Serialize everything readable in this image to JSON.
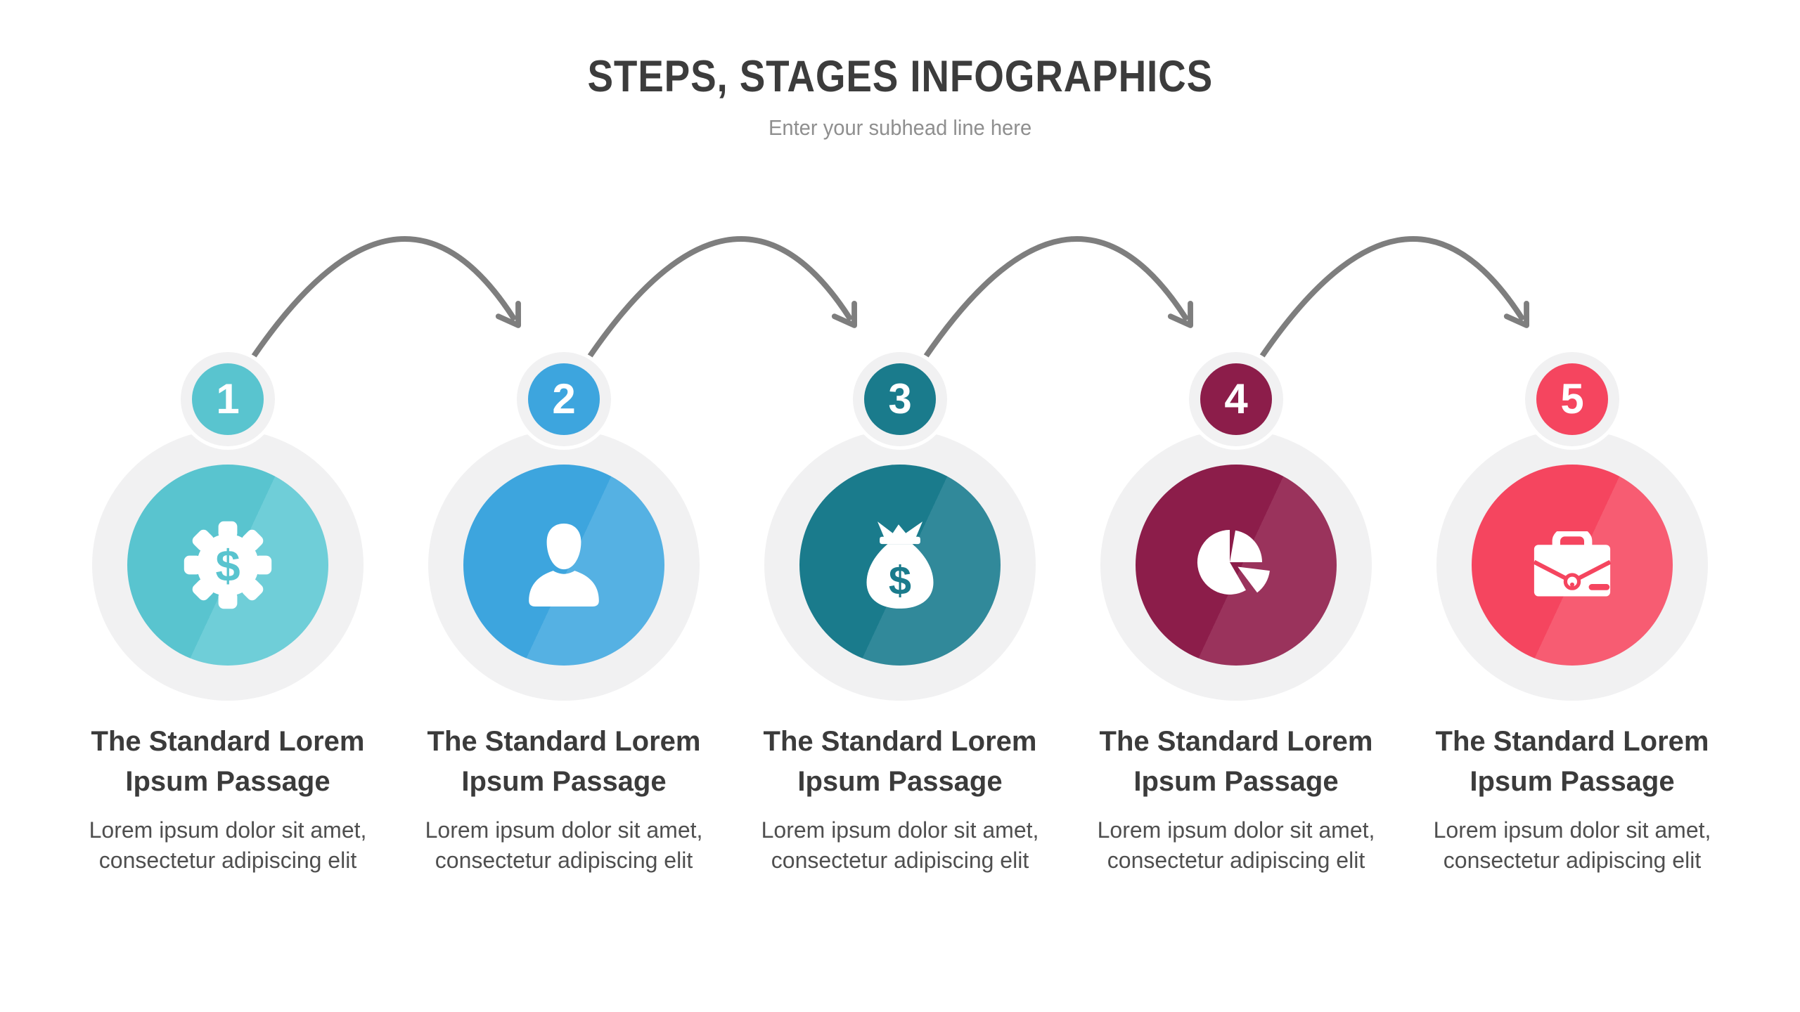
{
  "header": {
    "title": "STEPS, STAGES INFOGRAPHICS",
    "subtitle": "Enter your subhead line here"
  },
  "colors": {
    "arrow": "#7E7E7E",
    "ring_gray": "#F1F1F2",
    "title_text": "#3C3C3C",
    "subtitle_text": "#8F8F8F",
    "heading_text": "#3B3B3B",
    "body_text": "#4F4F4F"
  },
  "steps": [
    {
      "number": "1",
      "icon": "gear-dollar-icon",
      "color": "#59C4CF",
      "color_light": "#6FCED8",
      "heading_lines": [
        "The Standard Lorem",
        "Ipsum Passage"
      ],
      "body_lines": [
        "Lorem ipsum dolor sit amet,",
        "consectetur adipiscing elit"
      ]
    },
    {
      "number": "2",
      "icon": "person-icon",
      "color": "#3DA5DE",
      "color_light": "#55B1E3",
      "heading_lines": [
        "The Standard Lorem",
        "Ipsum Passage"
      ],
      "body_lines": [
        "Lorem ipsum dolor sit amet,",
        "consectetur adipiscing elit"
      ]
    },
    {
      "number": "3",
      "icon": "money-bag-icon",
      "color": "#1A7B8C",
      "color_light": "#31899A",
      "heading_lines": [
        "The Standard Lorem",
        "Ipsum Passage"
      ],
      "body_lines": [
        "Lorem ipsum dolor sit amet,",
        "consectetur adipiscing elit"
      ]
    },
    {
      "number": "4",
      "icon": "pie-chart-icon",
      "color": "#8C1D4A",
      "color_light": "#9A335C",
      "heading_lines": [
        "The Standard Lorem",
        "Ipsum Passage"
      ],
      "body_lines": [
        "Lorem ipsum dolor sit amet,",
        "consectetur adipiscing elit"
      ]
    },
    {
      "number": "5",
      "icon": "briefcase-icon",
      "color": "#F5455F",
      "color_light": "#F75C72",
      "heading_lines": [
        "The Standard Lorem",
        "Ipsum Passage"
      ],
      "body_lines": [
        "Lorem ipsum dolor sit amet,",
        "consectetur adipiscing elit"
      ]
    }
  ]
}
